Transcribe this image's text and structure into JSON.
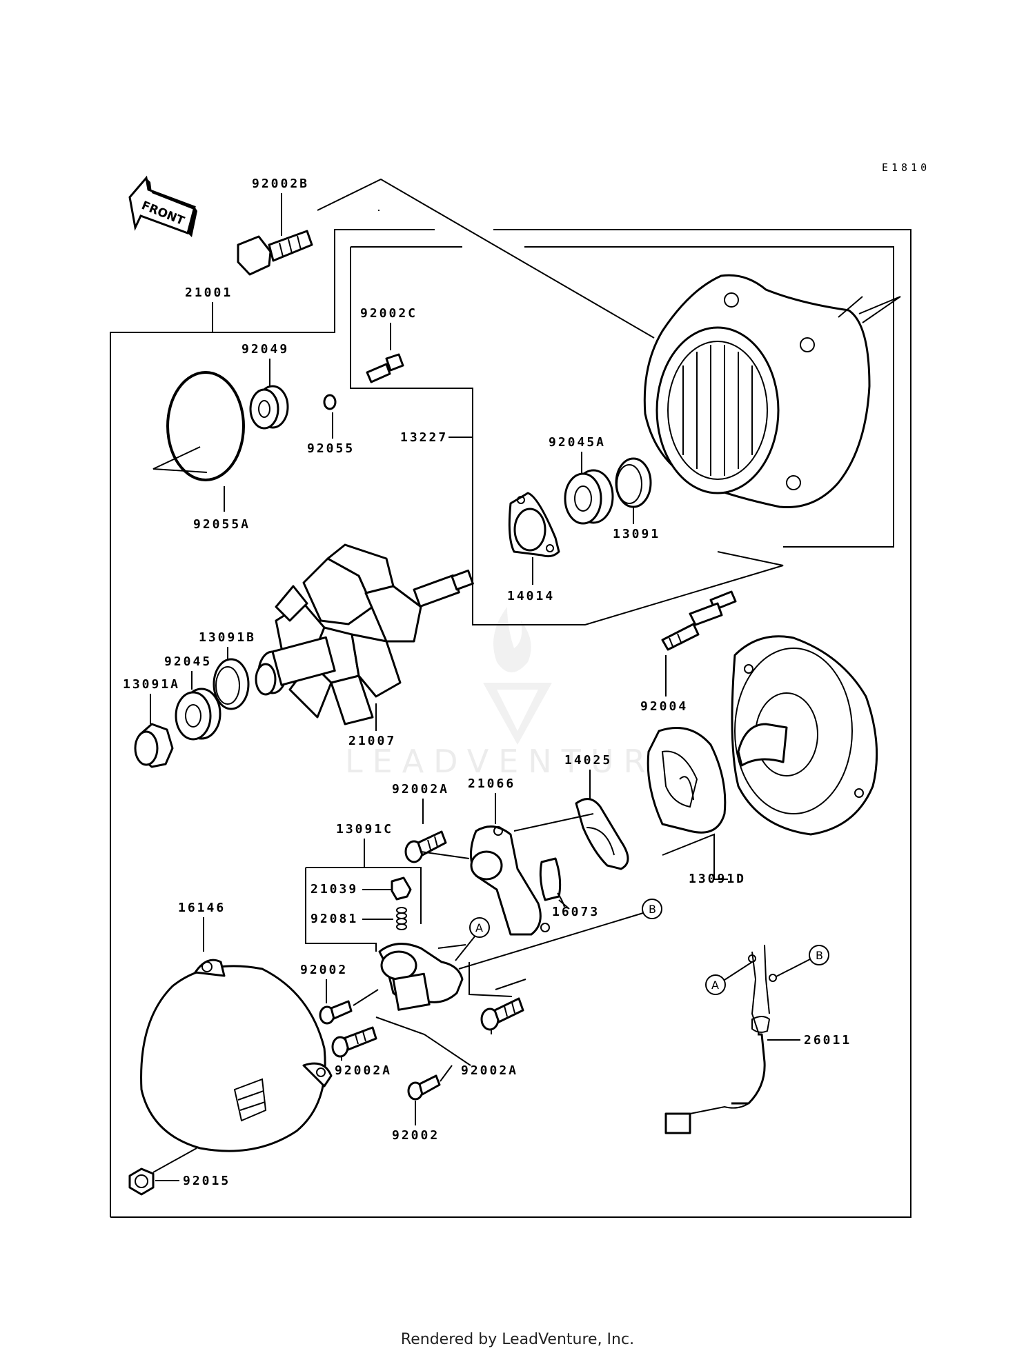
{
  "diagram_code": "E1810",
  "front_label": "FRONT",
  "watermark": "LEADVENTURE",
  "footer": "Rendered by LeadVenture, Inc.",
  "callouts": {
    "a": "A",
    "b": "B"
  },
  "parts": {
    "p92002B": "92002B",
    "p21001": "21001",
    "p92002C": "92002C",
    "p92049": "92049",
    "p92055": "92055",
    "p92055A": "92055A",
    "p13227": "13227",
    "p92045A": "92045A",
    "p13091": "13091",
    "p14014": "14014",
    "p13091B": "13091B",
    "p92045": "92045",
    "p13091A": "13091A",
    "p21007": "21007",
    "p92004": "92004",
    "p14025": "14025",
    "p21066": "21066",
    "p92002A_top": "92002A",
    "p13091C": "13091C",
    "p21039": "21039",
    "p92081": "92081",
    "p16073": "16073",
    "p13091D": "13091D",
    "p16146": "16146",
    "p92002_left": "92002",
    "p92002A_left": "92002A",
    "p92002A_right": "92002A",
    "p92002_bottom": "92002",
    "p26011": "26011",
    "p92015": "92015"
  }
}
